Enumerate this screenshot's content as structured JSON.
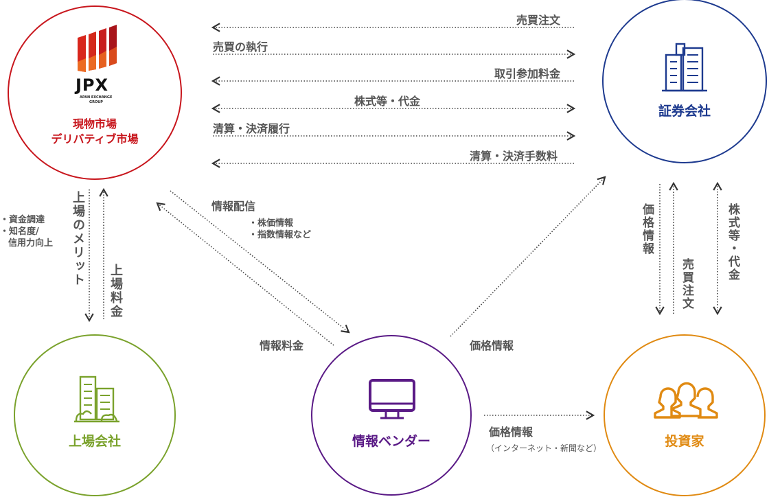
{
  "colors": {
    "jpx": "#c8161d",
    "securities": "#1d3a8f",
    "listed": "#7aa22c",
    "vendor": "#5a1a86",
    "investor": "#e08a12",
    "line": "#444444"
  },
  "nodes": {
    "jpx": {
      "logo_text": "JPX",
      "logo_sub1": "APAN EXCHANGE",
      "logo_sub2": "GROUP",
      "line1": "現物市場",
      "line2": "デリバティブ市場"
    },
    "securities": {
      "name": "証券会社",
      "icon": "office-building-icon"
    },
    "listed": {
      "name": "上場会社",
      "icon": "building-with-trees-icon"
    },
    "vendor": {
      "name": "情報ベンダー",
      "icon": "monitor-icon"
    },
    "investor": {
      "name": "投資家",
      "icon": "people-group-icon"
    }
  },
  "flows": {
    "buy_sell_order_top": "売買注文",
    "execution": "売買の執行",
    "participation_fee": "取引参加料金",
    "stocks_payment": "株式等・代金",
    "settlement": "清算・決済履行",
    "settlement_fee": "清算・決済手数料",
    "listing_merit": "上場のメリット",
    "listing_merit_items": [
      "・資金調達",
      "・知名度/",
      "信用力向上"
    ],
    "listing_fee": "上場料金",
    "info_distribution": "情報配信",
    "info_items": [
      "・株価情報",
      "・指数情報など"
    ],
    "info_fee": "情報料金",
    "price_info_up": "価格情報",
    "price_info_right": "価格情報",
    "buy_sell_order_right": "売買注文",
    "stocks_payment_right": "株式等・代金",
    "price_info_bottom": "価格情報",
    "price_info_bottom_note": "（インターネット・新聞など）"
  }
}
